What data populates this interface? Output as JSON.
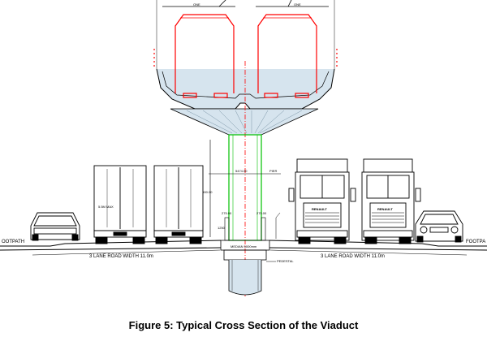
{
  "labels": {
    "footpath_left": "OOTPATH",
    "footpath_right": "FOOTPA",
    "road_left": "3 LANE ROAD WIDTH 11.0m",
    "road_right": "3 LANE ROAD WIDTH 11.0m",
    "median": "MEDIAN 5000mm",
    "pedestal": "PEDESTAL",
    "pier": "PIER",
    "clear_width": "5474.00",
    "clearance_height": "5500.00",
    "truck_max": "5.5M MAX",
    "offset_left": "275.00",
    "offset_right": "275.00",
    "kerb": "1250",
    "brand_left": "RENAULT",
    "brand_right": "RENAULT",
    "deck_tag_left": "ONE",
    "deck_tag_right": "ONE",
    "caption": "Figure 5: Typical Cross Section of the Viaduct"
  },
  "colors": {
    "line": "#000000",
    "coach": "#ff0000",
    "pier": "#00c000",
    "axis": "#ff0000"
  }
}
